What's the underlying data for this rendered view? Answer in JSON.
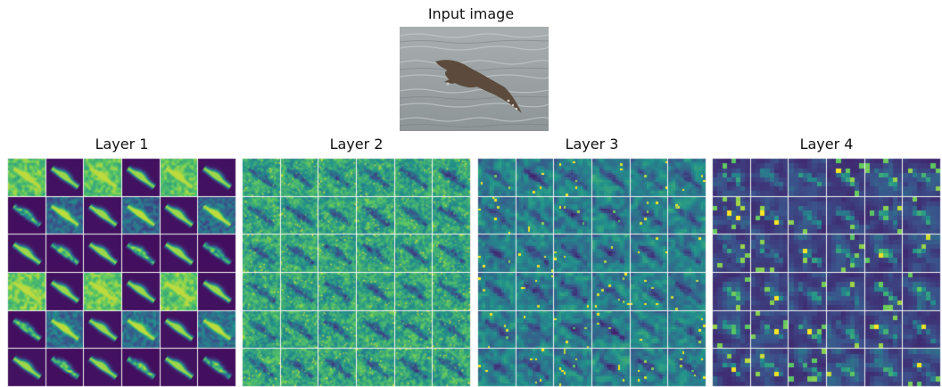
{
  "input": {
    "title": "Input image",
    "subject": "brown seabird flying over grey water"
  },
  "layers": [
    {
      "title": "Layer 1",
      "resolution": 64,
      "style": "sharp-silhouette"
    },
    {
      "title": "Layer 2",
      "resolution": 32,
      "style": "textured"
    },
    {
      "title": "Layer 3",
      "resolution": 16,
      "style": "textured-dark"
    },
    {
      "title": "Layer 4",
      "resolution": 8,
      "style": "coarse-sparse"
    }
  ],
  "grid": {
    "rows": 6,
    "cols": 6
  },
  "colormap": [
    "#440154",
    "#3b528b",
    "#21918c",
    "#5ec962",
    "#fde725"
  ]
}
